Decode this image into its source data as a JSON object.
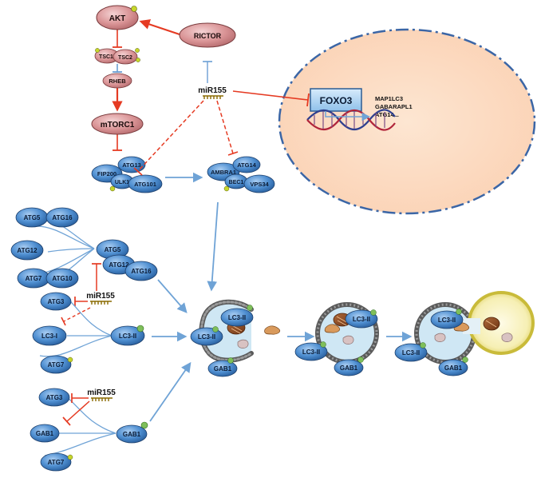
{
  "pathway_top": {
    "akt": "AKT",
    "tsc1": "TSC1",
    "tsc2": "TSC2",
    "rheb": "RHEB",
    "mtorc1": "mTORC1",
    "rictor": "RICTOR"
  },
  "ulk_complex": {
    "fip200": "FIP200",
    "atg13": "ATG13",
    "ulk1": "ULK1",
    "atg101": "ATG101"
  },
  "pi3k_complex": {
    "ambra1": "AMBRA1",
    "atg14": "ATG14",
    "bec1": "BEC1",
    "vps34": "VPS34"
  },
  "mir155": {
    "top": "miR155",
    "conj": "miR155",
    "gab": "miR155"
  },
  "nucleus": {
    "foxo3": "FOXO3",
    "targets": [
      "MAP1LC3",
      "GABARAPL1",
      "ATG14..."
    ]
  },
  "conjugation": {
    "atg5": "ATG5",
    "atg16": "ATG16",
    "atg12": "ATG12",
    "atg7": "ATG7",
    "atg10": "ATG10",
    "p_atg5": "ATG5",
    "p_atg12": "ATG12",
    "p_atg16": "ATG16",
    "atg3": "ATG3",
    "lc3_i": "LC3-I",
    "lc3_ii": "LC3-II",
    "atg7b": "ATG7"
  },
  "gab_pathway": {
    "atg3": "ATG3",
    "gab1": "GAB1",
    "atg7": "ATG7",
    "gab1_out": "GAB1"
  },
  "autophagosome_stages": {
    "s1_lc3a": "LC3-II",
    "s1_lc3b": "LC3-II",
    "s1_gab1": "GAB1",
    "s2_lc3a": "LC3-II",
    "s2_lc3b": "LC3-II",
    "s2_gab1": "GAB1",
    "s3_lc3a": "LC3-II",
    "s3_lc3b": "LC3-II",
    "s3_gab1": "GAB1"
  },
  "colors": {
    "pink_node": "#d88c8f",
    "blue_node": "#4f8fd1",
    "activation_red": "#e53a22",
    "inhibition_blue": "#6b9ed4",
    "flow_arrow": "#6fa3d6",
    "nucleus_fill": "#fde1cb",
    "nucleus_border": "#3b66a6",
    "phospho_dot": "#c6d62b"
  }
}
